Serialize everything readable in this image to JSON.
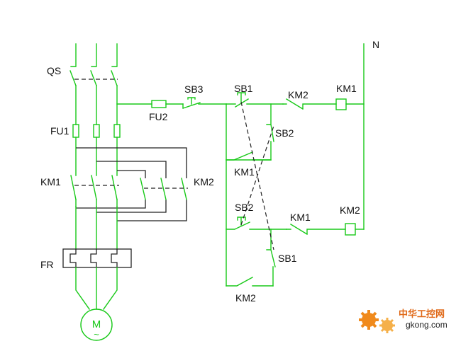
{
  "labels": {
    "qs": "QS",
    "fu1": "FU1",
    "km1_main": "KM1",
    "km2_main": "KM2",
    "fr": "FR",
    "fu2": "FU2",
    "sb3": "SB3",
    "sb1_top": "SB1",
    "km2_top": "KM2",
    "km1_coil": "KM1",
    "n": "N",
    "sb2_right": "SB2",
    "km1_hold": "KM1",
    "sb2_mid": "SB2",
    "km1_mid": "KM1",
    "km2_coil": "KM2",
    "sb1_bottom": "SB1",
    "km2_hold": "KM2",
    "motor": "M",
    "motor_sym": "~"
  },
  "watermark": {
    "cn": "中华工控网",
    "url": "gkong.com"
  },
  "colors": {
    "wire": "#18c918",
    "frame": "#222222",
    "watermark_gear": "#f08a1c"
  }
}
